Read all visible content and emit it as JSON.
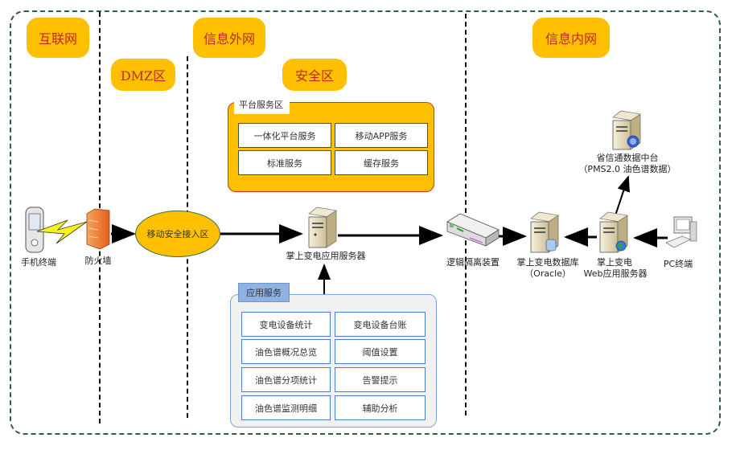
{
  "zones": {
    "internet": "互联网",
    "dmz": "DMZ区",
    "external": "信息外网",
    "secure": "安全区",
    "internal": "信息内网"
  },
  "platform_services": {
    "title": "平台服务区",
    "items": [
      "一体化平台服务",
      "移动APP服务",
      "标准服务",
      "缓存服务"
    ]
  },
  "app_services": {
    "title": "应用服务",
    "items": [
      "变电设备统计",
      "变电设备台账",
      "油色谱概况总览",
      "阈值设置",
      "油色谱分项统计",
      "告警提示",
      "油色谱监测明细",
      "辅助分析"
    ]
  },
  "nodes": {
    "mobile": "手机终端",
    "firewall": "防火墙",
    "access_zone": "移动安全接入区",
    "app_server": "掌上变电应用服务器",
    "isolation": "逻辑隔离装置",
    "database_line1": "掌上变电数据库",
    "database_line2": "（Oracle）",
    "web_server_line1": "掌上变电",
    "web_server_line2": "Web应用服务器",
    "pc": "PC终端",
    "data_center_line1": "省信通数据中台",
    "data_center_line2": "（PMS2.0 油色谱数据）"
  },
  "colors": {
    "zone_fill": "#fec000",
    "zone_text": "#c0281c",
    "outer_border": "#2f5f3f",
    "platform_border": "#e03020",
    "app_border": "#7fa5d8",
    "app_title_fill": "#8eb2e2"
  }
}
